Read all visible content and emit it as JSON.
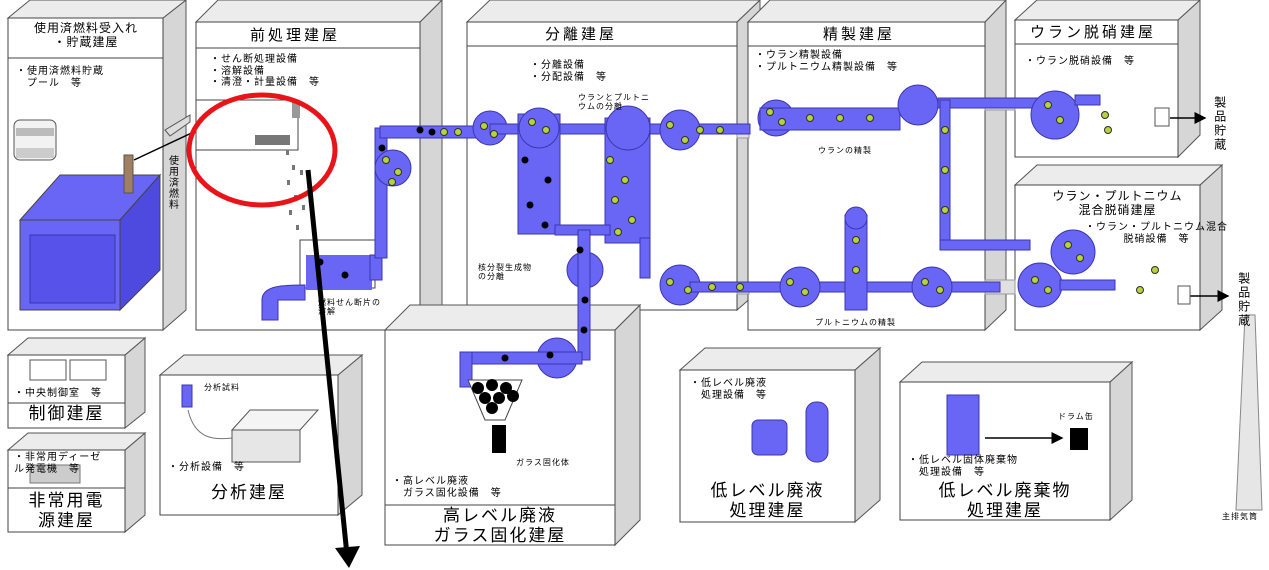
{
  "buildings": {
    "receiving": {
      "title": "使用済燃料受入れ\n・貯蔵建屋",
      "equipment": "・使用済燃料貯蔵\n　プール　等"
    },
    "head_end": {
      "title": "前処理建屋",
      "equipment": "・せん断処理設備\n・溶解設備\n・清澄・計量設備　等"
    },
    "separation": {
      "title": "分離建屋",
      "equipment": "・分離設備\n・分配設備　等"
    },
    "purification": {
      "title": "精製建屋",
      "equipment": "・ウラン精製設備\n・プルトニウム精製設備　等"
    },
    "u_denitration": {
      "title": "ウラン脱硝建屋",
      "equipment": "・ウラン脱硝設備　等"
    },
    "mox_denitration": {
      "title": "ウラン・プルトニウム\n混合脱硝建屋",
      "equipment": "・ウラン・プルトニウム混合\n脱硝設備　等"
    },
    "control": {
      "title": "制御建屋",
      "equipment": "・中央制御室　等"
    },
    "emergency_power": {
      "title": "非常用電\n源建屋",
      "equipment": "・非常用ディーゼ\nル発電機　等"
    },
    "analysis": {
      "title": "分析建屋",
      "equipment": "・分析設備　等",
      "sample_label": "分析試料"
    },
    "hlw": {
      "title": "高レベル廃液\nガラス固化建屋",
      "equipment": "・高レベル廃液\n　ガラス固化設備　等",
      "glass_label": "ガラス固化体"
    },
    "llw_liquid": {
      "title": "低レベル廃液\n処理建屋",
      "equipment": "・低レベル廃液\n　処理設備　等"
    },
    "llw_solid": {
      "title": "低レベル廃棄物\n処理建屋",
      "equipment": "・低レベル固体廃棄物\n　処理設備　等",
      "drum_label": "ドラム缶"
    }
  },
  "process_labels": {
    "spent_fuel": "使用済燃料",
    "fuel_pieces": "燃料せん断片の\n溶解",
    "u_pu_separation": "ウランとプルトニ\nウムの分離",
    "fission_products": "核分裂生成物\nの分離",
    "u_purification": "ウランの精製",
    "pu_purification": "プルトニウムの精製",
    "product_storage_upper": "製品貯蔵",
    "product_storage_lower": "製品貯蔵",
    "stack": "主排気筒"
  },
  "colors": {
    "process_fluid": "#6a66f5",
    "highlight_ring": "#e8141a",
    "building_face": "#ffffff",
    "building_side": "#d6d6d6",
    "fuel_pellet": "#b5d33a"
  }
}
